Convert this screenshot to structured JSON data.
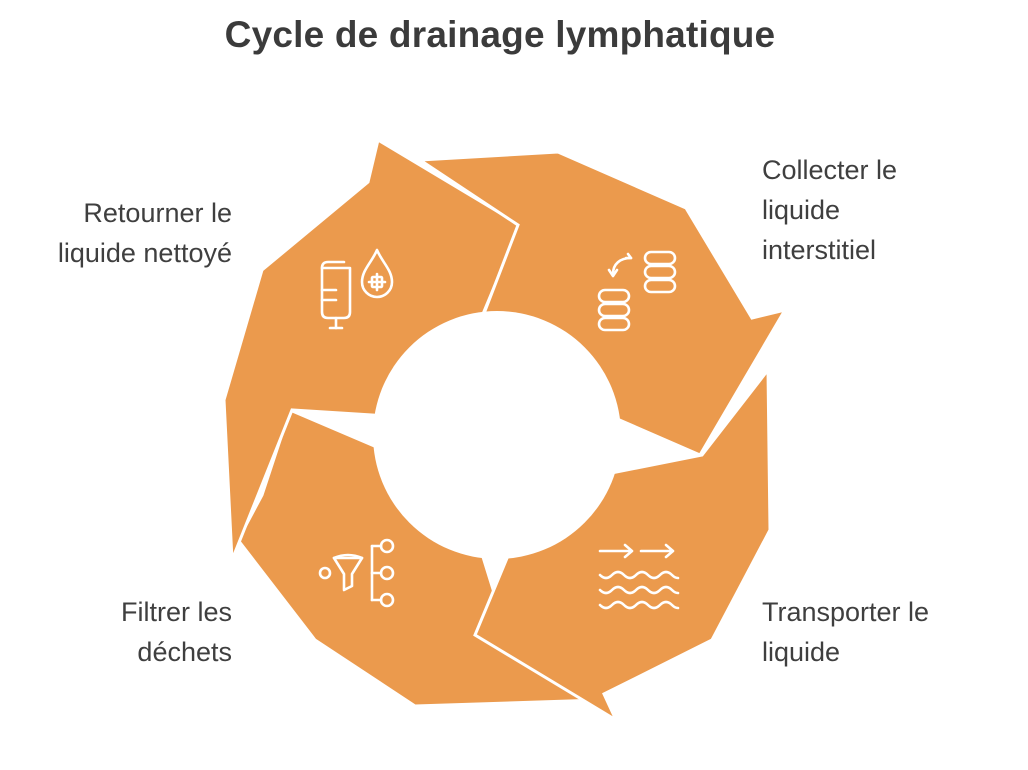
{
  "title": "Cycle de drainage lymphatique",
  "accent_color": "#eb9a4d",
  "steps": [
    {
      "label": "Collecter le\nliquide\ninterstitiel",
      "icon": "database-transfer-icon"
    },
    {
      "label": "Transporter le\nliquide",
      "icon": "water-flow-icon"
    },
    {
      "label": "Filtrer les\ndéchets",
      "icon": "filter-funnel-icon"
    },
    {
      "label": "Retourner le\nliquide nettoyé",
      "icon": "iv-bag-medical-drop-icon"
    }
  ]
}
